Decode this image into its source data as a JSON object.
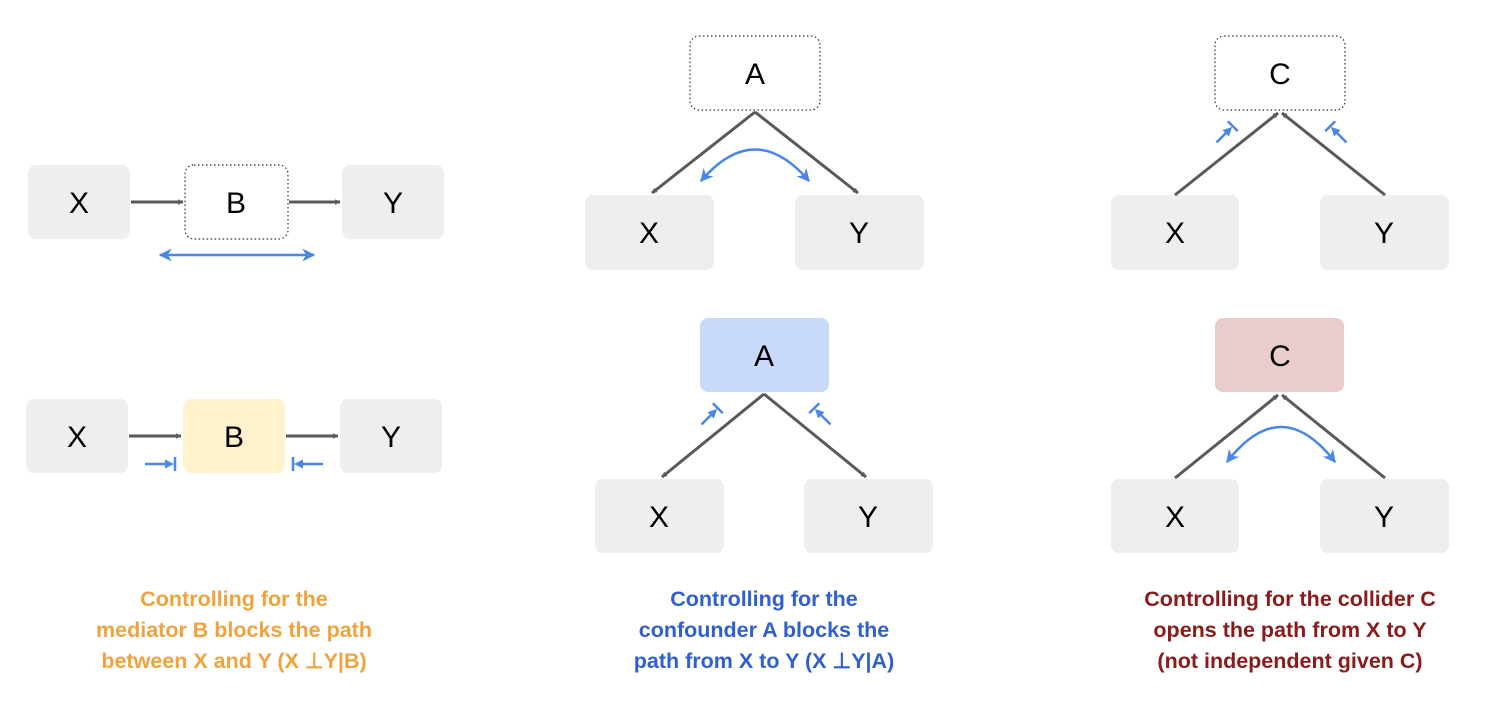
{
  "colors": {
    "node_fill": "#eeeeee",
    "arrow": "#595959",
    "flow": "#4a86e8",
    "mediator_fill": "#fff2cc",
    "confounder_fill": "#c9daf8",
    "collider_fill": "#eacccc",
    "caption_mediator": "#f0a33c",
    "caption_confounder": "#2f5fd0",
    "caption_collider": "#8b1a1a"
  },
  "nodes": {
    "x": "X",
    "y": "Y",
    "mediator": "B",
    "confounder": "A",
    "collider": "C"
  },
  "captions": {
    "mediator": [
      "Controlling for the",
      "mediator B blocks the path",
      "between X and Y (X ⊥Y|B)"
    ],
    "confounder": [
      "Controlling for the",
      "confounder A blocks the",
      "path from X to Y (X ⊥Y|A)"
    ],
    "collider": [
      "Controlling for the collider C",
      "opens the path from X to Y",
      "(not independent given C)"
    ]
  }
}
